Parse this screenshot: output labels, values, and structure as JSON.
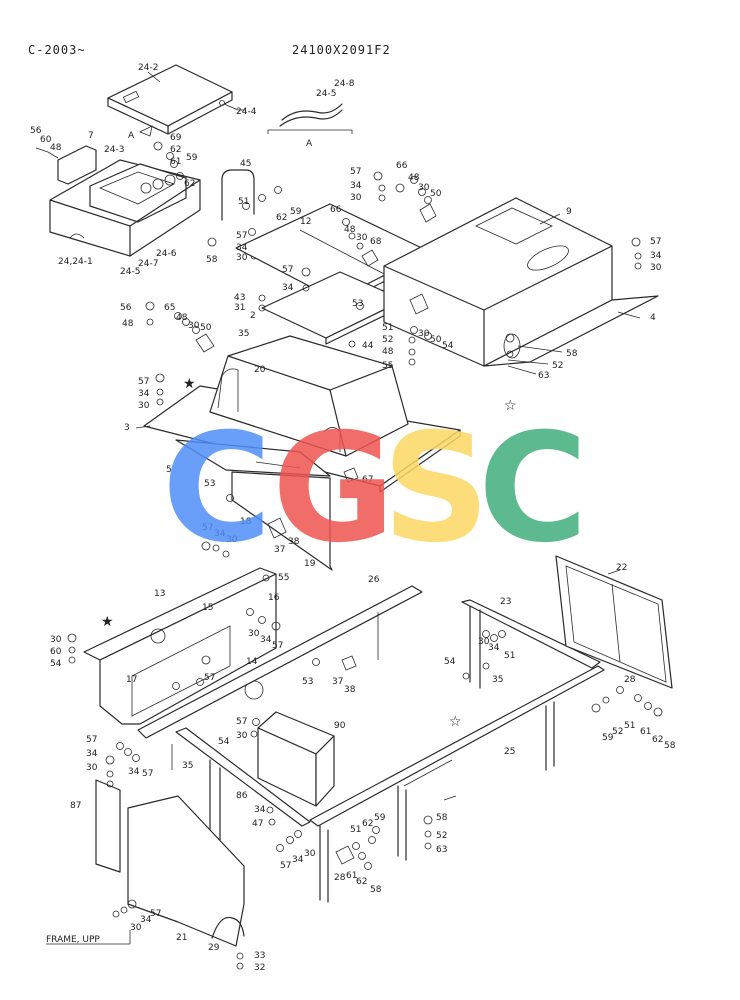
{
  "header": {
    "left_code": "C-2003~",
    "right_code": "24100X2091F2"
  },
  "watermark": {
    "letters": [
      {
        "char": "C",
        "color": "#4f8ef7"
      },
      {
        "char": "G",
        "color": "#ef5350"
      },
      {
        "char": "S",
        "color": "#fdd663"
      },
      {
        "char": "C",
        "color": "#3fae7a"
      }
    ]
  },
  "detail_label": "A",
  "footer_label": "FRAME, UPP",
  "stars": {
    "filled": "★",
    "hollow": "☆"
  },
  "part_labels": [
    "24-2",
    "24-4",
    "24-8",
    "24-5",
    "A",
    "56",
    "60",
    "48",
    "7",
    "24-3",
    "69",
    "62",
    "61",
    "59",
    "62",
    "45",
    "51",
    "62",
    "59",
    "58",
    "24,24-1",
    "24-5",
    "24-7",
    "24-6",
    "57",
    "34",
    "30",
    "57",
    "34",
    "30",
    "66",
    "48",
    "30",
    "50",
    "12",
    "66",
    "48",
    "30",
    "68",
    "57",
    "34",
    "9",
    "57",
    "34",
    "30",
    "4",
    "43",
    "31",
    "2",
    "53",
    "51",
    "52",
    "48",
    "55",
    "30",
    "50",
    "54",
    "44",
    "58",
    "52",
    "63",
    "56",
    "48",
    "65",
    "48",
    "30",
    "50",
    "35",
    "20",
    "57",
    "34",
    "30",
    "3",
    "5",
    "53",
    "67",
    "18",
    "57",
    "34",
    "30",
    "37",
    "38",
    "19",
    "13",
    "55",
    "16",
    "15",
    "30",
    "60",
    "54",
    "30",
    "34",
    "57",
    "14",
    "17",
    "57",
    "26",
    "23",
    "22",
    "30",
    "34",
    "51",
    "54",
    "35",
    "53",
    "37",
    "38",
    "57",
    "30",
    "90",
    "28",
    "51",
    "52",
    "59",
    "61",
    "62",
    "58",
    "57",
    "34",
    "30",
    "34",
    "57",
    "35",
    "54",
    "25",
    "87",
    "86",
    "34",
    "47",
    "58",
    "52",
    "63",
    "51",
    "62",
    "59",
    "30",
    "34",
    "57",
    "28",
    "61",
    "62",
    "58",
    "57",
    "34",
    "30",
    "21",
    "29",
    "33",
    "32"
  ]
}
